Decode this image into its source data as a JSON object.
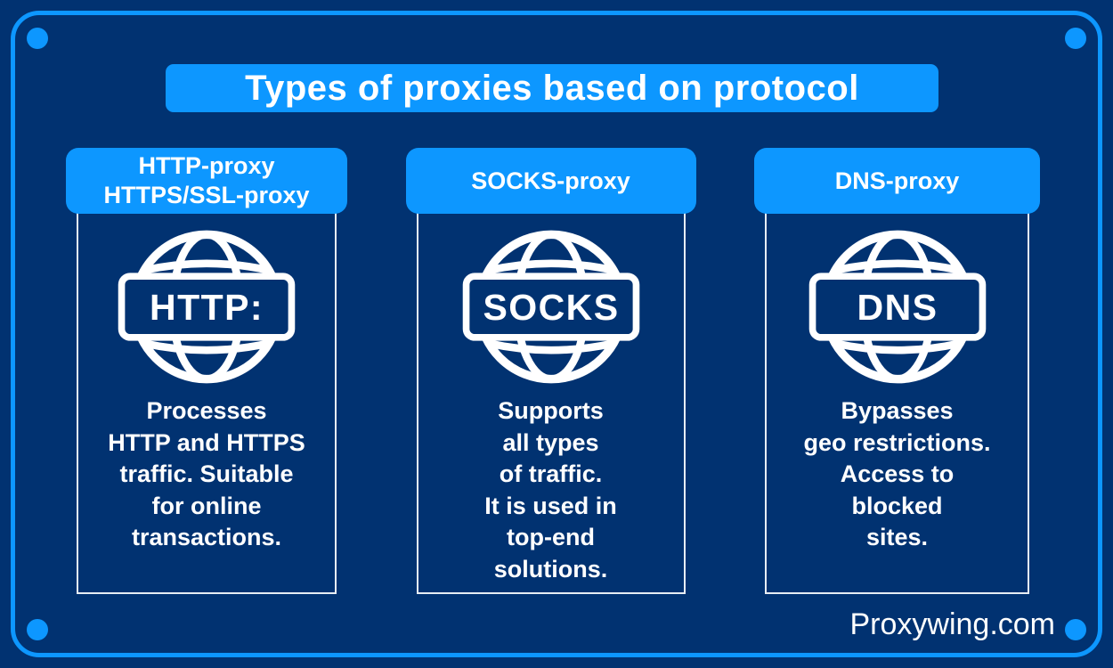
{
  "title_banner": {
    "text": "Types of proxies based on protocol"
  },
  "footer": {
    "brand": "Proxywing.com"
  },
  "colors": {
    "background": "#013271",
    "accent": "#0D97FF",
    "panel_border": "#E7EDF4",
    "text": "#FFFFFF"
  },
  "columns": [
    {
      "header": "HTTP-proxy\nHTTPS/SSL-proxy",
      "icon": "globe-icon",
      "badge_label": "HTTP:",
      "description": "Processes\nHTTP and HTTPS\ntraffic. Suitable\nfor online\ntransactions."
    },
    {
      "header": "SOCKS-proxy",
      "icon": "globe-icon",
      "badge_label": "SOCKS",
      "description": "Supports\nall types\nof traffic.\nIt is used in\ntop-end\nsolutions."
    },
    {
      "header": "DNS-proxy",
      "icon": "globe-icon",
      "badge_label": "DNS",
      "description": "Bypasses\ngeo restrictions.\nAccess to\nblocked\nsites."
    }
  ]
}
